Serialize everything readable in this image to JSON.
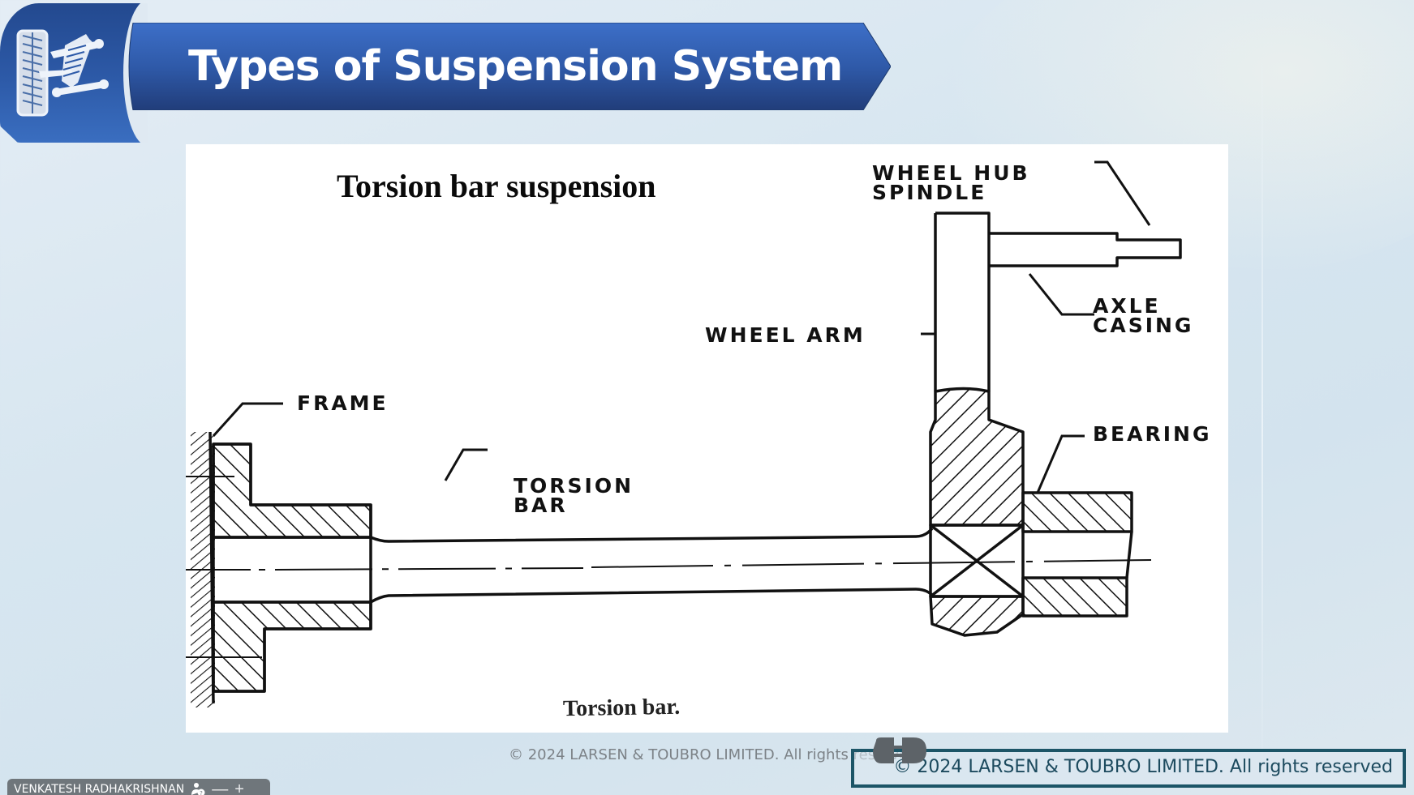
{
  "slide": {
    "title": "Types of Suspension System",
    "logo_icon": "suspension-wheel-icon",
    "diagram": {
      "heading": "Torsion bar suspension",
      "labels": {
        "wheel_hub_line1": "WHEEL HUB",
        "wheel_hub_line2": "SPINDLE",
        "axle_line1": "AXLE",
        "axle_line2": "CASING",
        "wheel_arm": "WHEEL ARM",
        "frame": "FRAME",
        "bearing": "BEARING",
        "torsion_line1": "TORSION",
        "torsion_line2": "BAR"
      },
      "caption": "Torsion bar."
    }
  },
  "footer": {
    "copyright_faint": "© 2024 LARSEN & TOUBRO LIMITED. All rights reserved",
    "copyright_boxed": "© 2024 LARSEN & TOUBRO LIMITED. All rights reserved",
    "plug_icon": "plug-connector-icon"
  },
  "presenter": {
    "name": "VENKATESH RADHAKRISHNAN",
    "icons": [
      "user-help-icon",
      "minimize-icon",
      "expand-icon"
    ],
    "minimize_symbol": "—",
    "expand_symbol": "+"
  },
  "colors": {
    "banner_top": "#3b6cc4",
    "banner_bottom": "#223f7c",
    "copyright_border": "#1c5567",
    "presenter_bg": "#6f767b"
  }
}
